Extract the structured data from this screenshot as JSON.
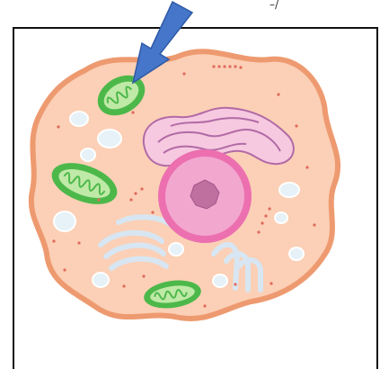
{
  "diagram": {
    "subject": "animal-cell",
    "corner_mark": "–/",
    "colors": {
      "membrane": "#ee9a70",
      "cytoplasm": "#fbd0b6",
      "nucleus": "#ec6fb0",
      "nucleus_fill": "#f2a7cf",
      "nucleolus": "#c0709f",
      "mitochondria_outer": "#4cb84a",
      "mitochondria_inner": "#bfe9a6",
      "golgi_stroke": "#b26aa6",
      "golgi_fill": "#f6c9e0",
      "er_stroke": "#d7e6f2",
      "vesicle": "#e6f1f8",
      "dot": "#e06a5c",
      "arrow": "#4676c9",
      "arrow_outline": "#2f5aa6"
    },
    "arrow": {
      "points_to": "mitochondrion-top-left"
    },
    "organelles": [
      "cell-membrane",
      "cytoplasm",
      "nucleus",
      "nucleolus",
      "mitochondria",
      "golgi-apparatus",
      "endoplasmic-reticulum",
      "vesicles",
      "ribosome-dots"
    ]
  }
}
